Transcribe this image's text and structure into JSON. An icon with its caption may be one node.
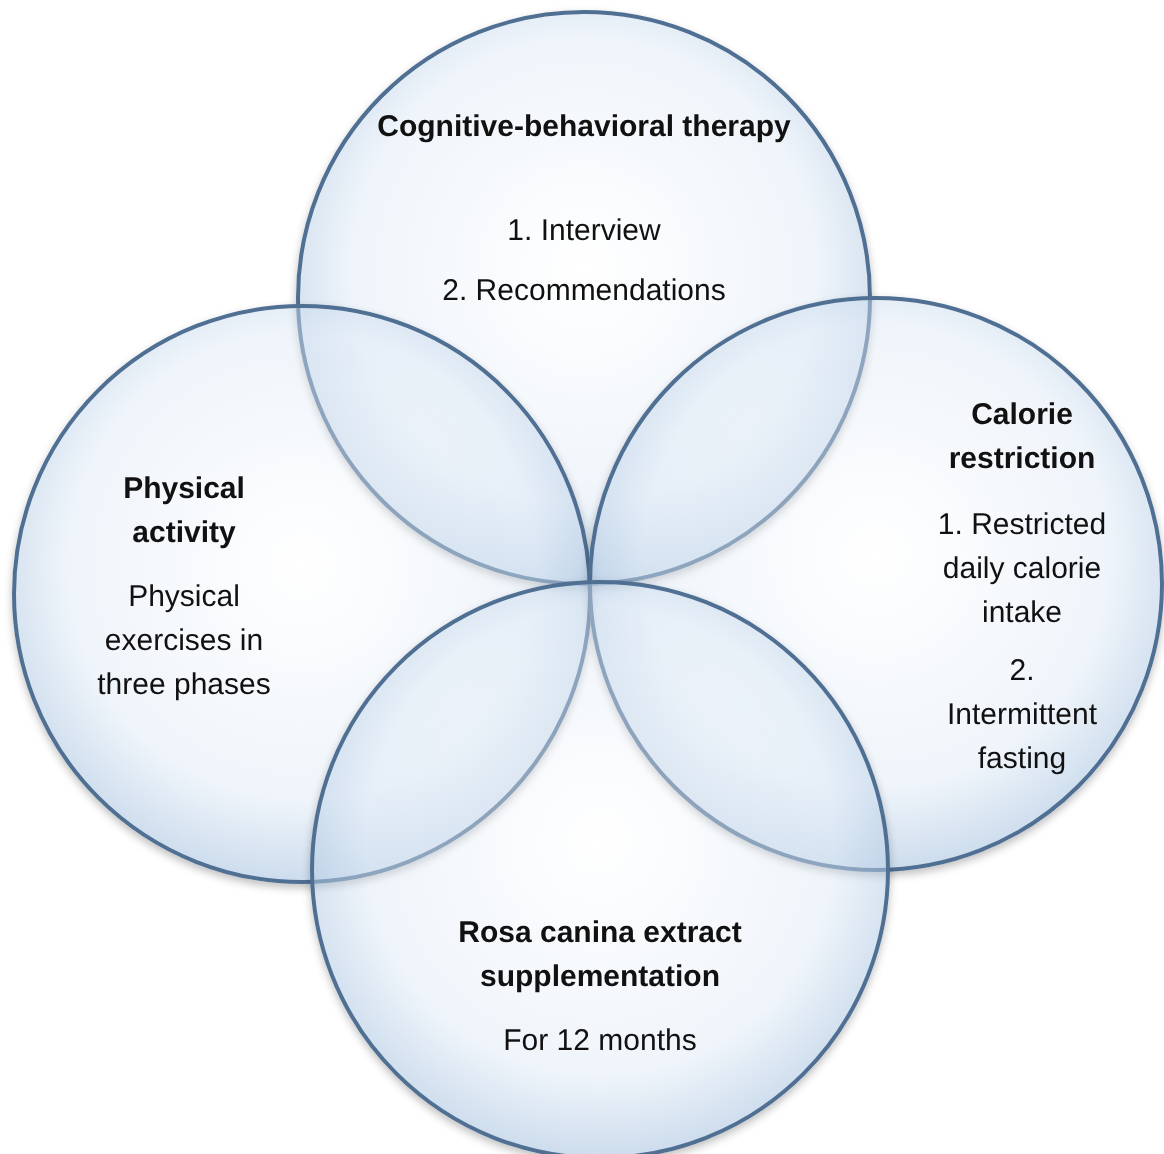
{
  "diagram": {
    "nodes": [
      {
        "text": [
          "Cognitive-behavioral therapy",
          "1. Interview",
          "2. Recommendations"
        ]
      },
      {
        "text": [
          "Physical activity",
          "Physical exercises in three phases"
        ]
      },
      {
        "text": [
          "Calorie restriction",
          "1. Restricted daily calorie intake",
          "2. Intermittent fasting"
        ]
      },
      {
        "text": [
          "Rosa canina extract supplementation",
          "For 12 months"
        ]
      }
    ]
  }
}
